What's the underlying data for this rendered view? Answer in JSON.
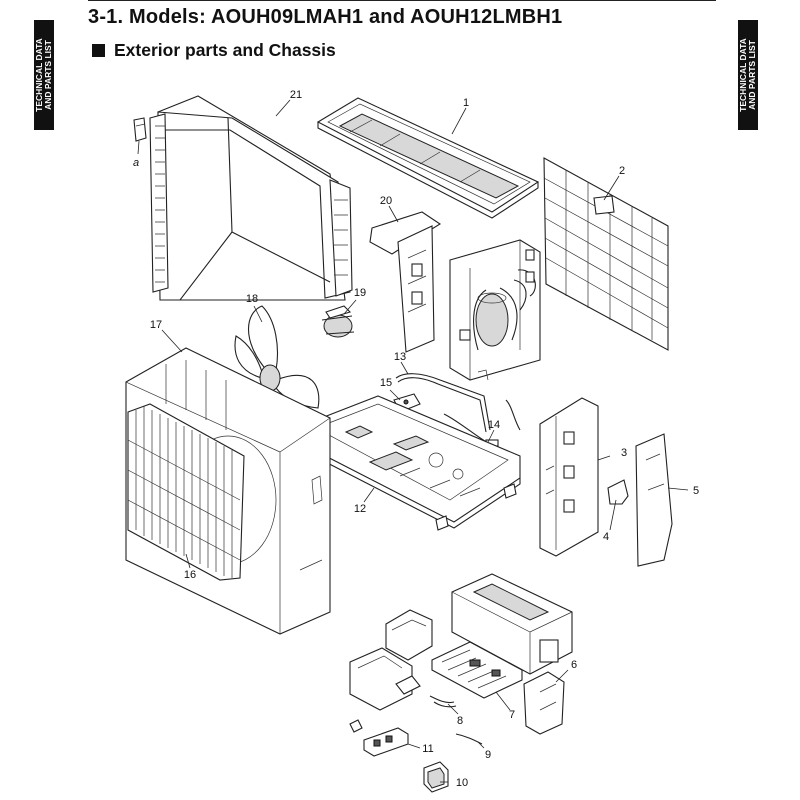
{
  "page": {
    "title": "3-1. Models: AOUH09LMAH1 and AOUH12LMBH1",
    "section": "Exterior parts and Chassis",
    "side_tab": [
      "TECHNICAL DATA",
      "AND PARTS LIST"
    ]
  },
  "callouts": {
    "p1": "1",
    "p2": "2",
    "p3": "3",
    "p4": "4",
    "p5": "5",
    "p6": "6",
    "p7": "7",
    "p8": "8",
    "p9": "9",
    "p10": "10",
    "p11": "11",
    "p12": "12",
    "p13": "13",
    "p14": "14",
    "p15": "15",
    "p16": "16",
    "p17": "17",
    "p18": "18",
    "p19": "19",
    "p20": "20",
    "p21": "21",
    "pa": "a"
  }
}
